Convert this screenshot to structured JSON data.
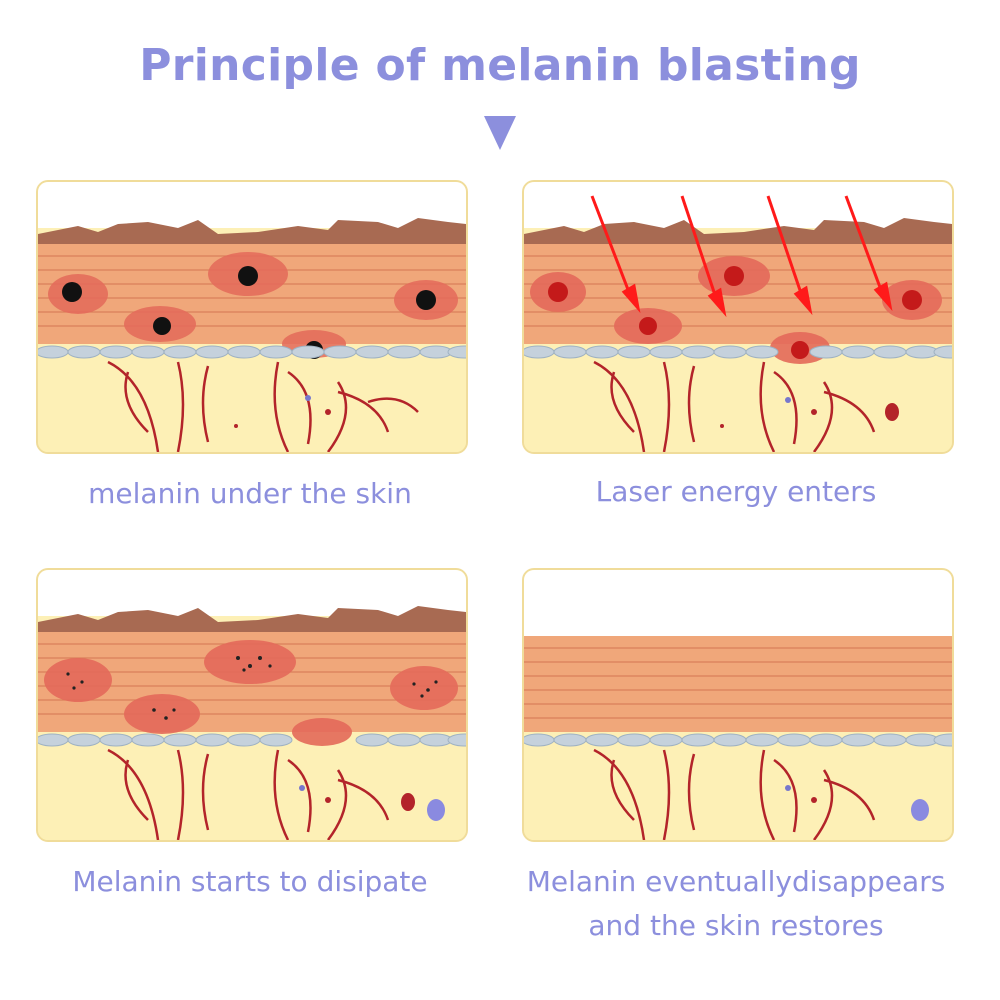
{
  "title": "Principle of melanin blasting",
  "panels": [
    {
      "caption": "melanin under the skin"
    },
    {
      "caption": "Laser energy enters"
    },
    {
      "caption": "Melanin starts to disipate"
    },
    {
      "caption_line1": "Melanin eventuallydisappears",
      "caption_line2": "and the skin restores"
    }
  ],
  "colors": {
    "title": "#8c8fdd",
    "panel_border": "#f0dc9a",
    "dermis": "#fdf0b6",
    "epidermis": "#f0a77a",
    "cell_line": "#d9805a",
    "vessel": "#b3242a",
    "laser": "#ff1a1a",
    "melanin": "#1a1a1a"
  }
}
